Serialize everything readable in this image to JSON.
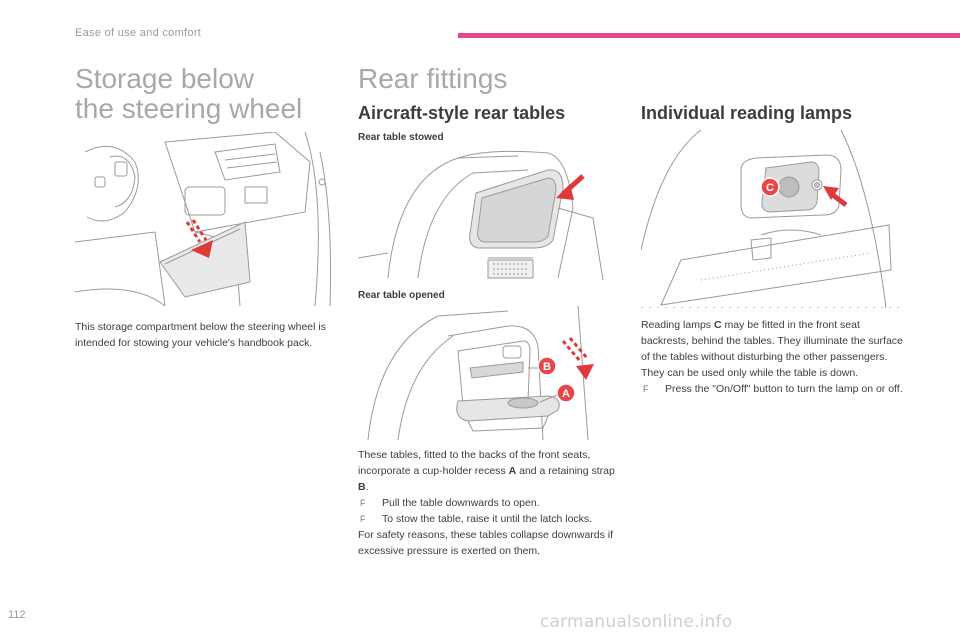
{
  "header": {
    "section_label": "Ease of use and comfort",
    "accent_color": "#e5478f"
  },
  "storage": {
    "title_line1": "Storage below",
    "title_line2": "the steering wheel",
    "body": "This storage compartment below the steering wheel is intended for stowing your vehicle's handbook pack."
  },
  "rear_fittings": {
    "title": "Rear fittings",
    "tables": {
      "title": "Aircraft-style rear tables",
      "caption_stowed": "Rear table stowed",
      "caption_opened": "Rear table opened",
      "callout_a": "A",
      "callout_b": "B",
      "intro_part1": "These tables, fitted to the backs of the front seats, incorporate a cup-holder recess ",
      "intro_a": "A",
      "intro_part2": " and a retaining strap ",
      "intro_b": "B",
      "intro_part3": ".",
      "bullet_mark": "F",
      "bullet1": "Pull the table downwards to open.",
      "bullet2": "To stow the table, raise it until the latch locks.",
      "safety": "For safety reasons, these tables collapse downwards if excessive pressure is exerted on them."
    },
    "lamps": {
      "title": "Individual reading lamps",
      "callout_c": "C",
      "text_part1": "Reading lamps ",
      "text_c": "C",
      "text_part2": " may be fitted in the front seat backrests, behind the tables. They illuminate the surface of the tables without disturbing the other passengers.",
      "text_line2": "They can be used only while the table is down.",
      "bullet_mark": "F",
      "bullet1": "Press the \"On/Off\" button to turn the lamp on or off."
    }
  },
  "footer": {
    "page_number": "112",
    "watermark": "carmanualsonline.info"
  },
  "colors": {
    "arrow_red": "#e0393a",
    "callout_red": "#e8474a",
    "line_gray": "#9a9a9a",
    "title_gray": "#a8a8a8"
  }
}
